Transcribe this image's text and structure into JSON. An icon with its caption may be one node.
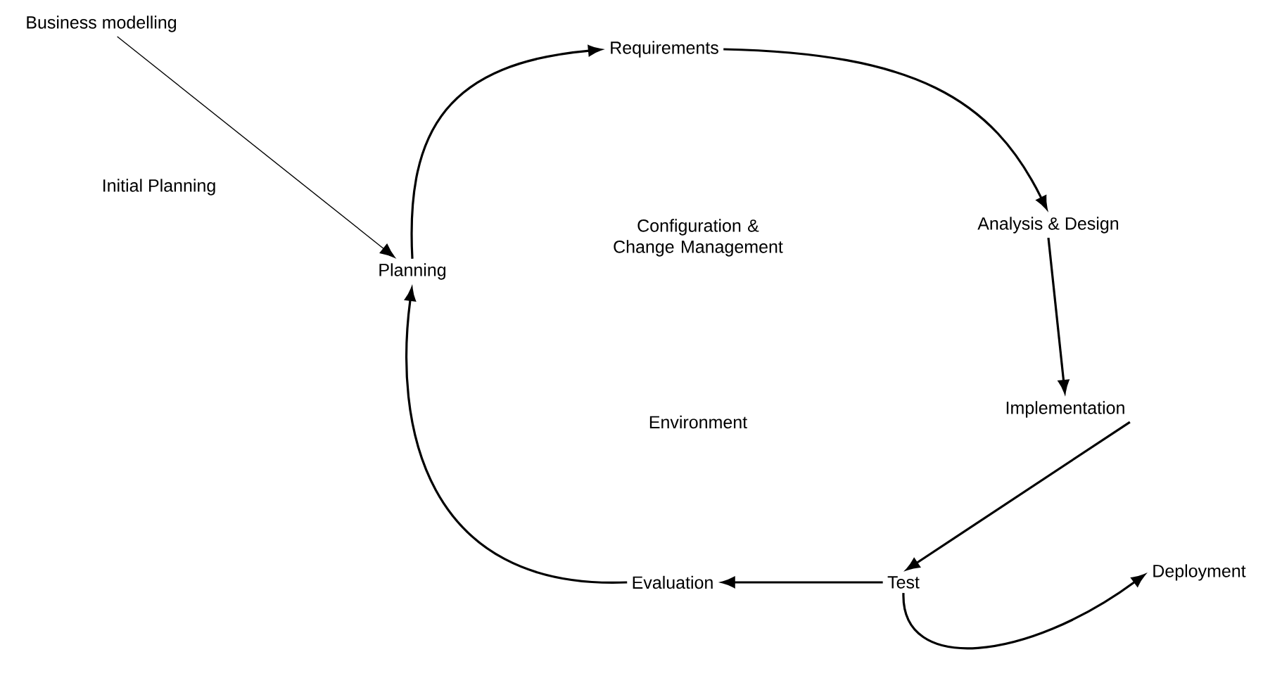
{
  "diagram": {
    "nodes": [
      {
        "text": [
          "Business modelling"
        ]
      },
      {
        "text": [
          "Planning"
        ]
      },
      {
        "text": [
          "Requirements"
        ]
      },
      {
        "text": [
          "Analysis & Design"
        ]
      },
      {
        "text": [
          "Implementation"
        ]
      },
      {
        "text": [
          "Test"
        ]
      },
      {
        "text": [
          "Evaluation"
        ]
      },
      {
        "text": [
          "Deployment"
        ]
      }
    ],
    "edges": [
      {
        "from": 0,
        "to": 1,
        "arrow": "to",
        "label": "Initial Planning"
      },
      {
        "from": 1,
        "to": 2,
        "arrow": "to"
      },
      {
        "from": 2,
        "to": 3,
        "arrow": "to"
      },
      {
        "from": 3,
        "to": 4,
        "arrow": "to"
      },
      {
        "from": 4,
        "to": 5,
        "arrow": "to"
      },
      {
        "from": 5,
        "to": 6,
        "arrow": "to"
      },
      {
        "from": 6,
        "to": 1,
        "arrow": "to"
      },
      {
        "from": 5,
        "to": 7,
        "arrow": "to"
      }
    ],
    "labels": [
      "Configuration & Change Management",
      "Environment"
    ]
  }
}
